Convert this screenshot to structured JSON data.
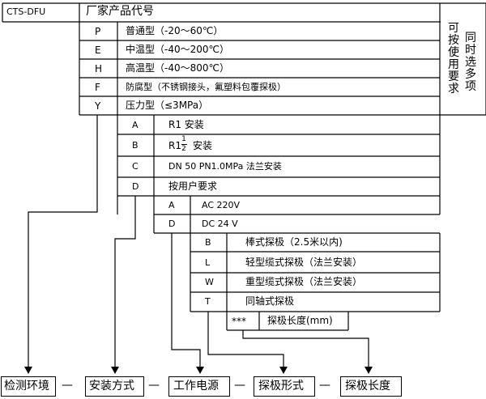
{
  "model": "CTS-DFU",
  "header": "厂家产品代号",
  "note_col1": [
    "可",
    "按",
    "使",
    "用",
    "要",
    "求"
  ],
  "note_col2": [
    "同",
    "时",
    "选",
    "多",
    "项"
  ],
  "type_options": [
    {
      "code": "P",
      "label": "普通型（-20～60℃）"
    },
    {
      "code": "E",
      "label": "中温型（-40～200℃）"
    },
    {
      "code": "H",
      "label": "高温型（-40～800℃）"
    },
    {
      "code": "F",
      "label": "防腐型（不锈钢接头，氟塑料包覆探极）"
    },
    {
      "code": "Y",
      "label": "压力型（≤3MPa）"
    }
  ],
  "mounting_options": [
    {
      "code": "A",
      "label": "R1 安装"
    },
    {
      "code": "B",
      "prefix": "R1",
      "frac_num": "1",
      "frac_den": "2",
      "label": "安装"
    },
    {
      "code": "C",
      "label": "DN 50 PN1.0MPa 法兰安装"
    },
    {
      "code": "D",
      "label": "按用户要求"
    }
  ],
  "power_options": [
    {
      "code": "A",
      "label": "AC 220V"
    },
    {
      "code": "D",
      "label": "DC 24 V"
    }
  ],
  "probe_options": [
    {
      "code": "B",
      "label": "棒式探极（2.5米以内)"
    },
    {
      "code": "L",
      "label": "轻型缆式探极（法兰安装）"
    },
    {
      "code": "W",
      "label": "重型缆式探极（法兰安装）"
    },
    {
      "code": "T",
      "label": "同轴式探极"
    }
  ],
  "length": {
    "code": "***",
    "label": "探极长度(mm)"
  },
  "bottom_labels": [
    "检测环境",
    "安装方式",
    "工作电源",
    "探极形式",
    "探极长度"
  ],
  "dash": "—"
}
